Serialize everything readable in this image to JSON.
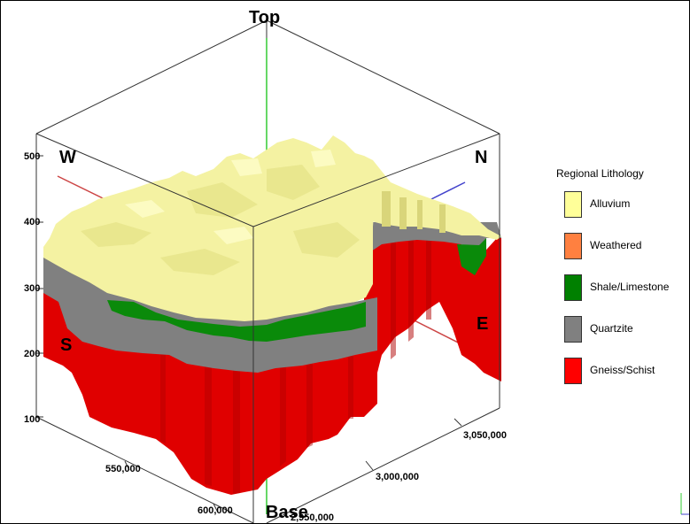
{
  "directions": {
    "top": "Top",
    "base": "Base",
    "west": "W",
    "north": "N",
    "south": "S",
    "east": "E"
  },
  "z_ticks": [
    "500",
    "400",
    "300",
    "200",
    "100"
  ],
  "x_ticks": [
    "550,000",
    "600,000"
  ],
  "y_ticks": [
    "3,050,000",
    "3,000,000",
    "2,950,000"
  ],
  "legend": {
    "title": "Regional Lithology",
    "items": [
      {
        "label": "Alluvium",
        "color": "#ffff99"
      },
      {
        "label": "Weathered",
        "color": "#ff8040"
      },
      {
        "label": "Shale/Limestone",
        "color": "#008000"
      },
      {
        "label": "Quartzite",
        "color": "#808080"
      },
      {
        "label": "Gneiss/Schist",
        "color": "#ff0000"
      }
    ]
  },
  "colors": {
    "alluvium": "#f4f2a2",
    "alluvium_dark": "#d9d57a",
    "weathered": "#ff8040",
    "shale": "#0a8a0a",
    "quartzite": "#808080",
    "gneiss": "#e00000",
    "gneiss_dark": "#b00000",
    "axis_vertical": "#33cc33",
    "axis_ew": "#cc4444",
    "axis_ns": "#4444cc"
  }
}
